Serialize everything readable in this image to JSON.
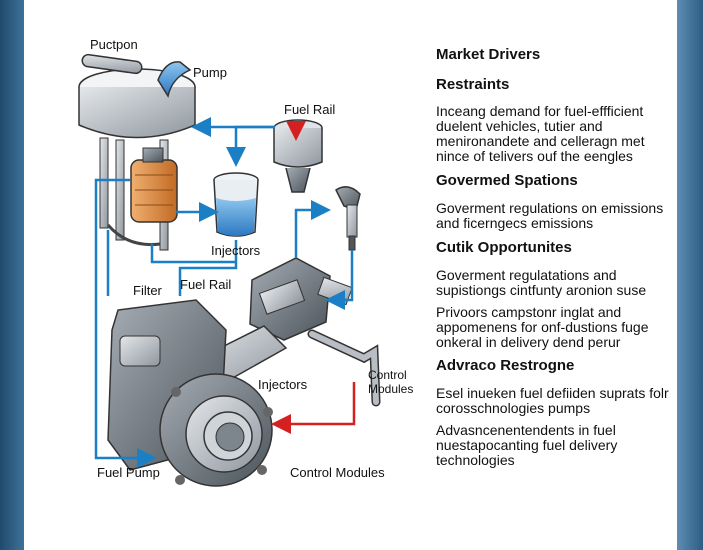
{
  "diagram": {
    "labels": {
      "top_component": "Puctpon",
      "pump": "Pump",
      "fuel_rail_top": "Fuel Rail",
      "injectors_mid": "Injectors",
      "filter": "Filter",
      "fuel_rail_mid": "Fuel Rail",
      "injectors_low": "Injectors",
      "control_modules_right": "Control Modules",
      "fuel_pump": "Fuel Pump",
      "control_modules_bottom": "Control Modules"
    },
    "arrow_colors": {
      "blue": "#1a7fc4",
      "red": "#d42020"
    }
  },
  "panel": {
    "market_drivers": "Market Drivers",
    "restraints_heading": "Restraints",
    "restraints_text": "Inceang demand for fuel-effficient duelent vehicles, tutier and menironandete and celleragn met nince of telivers ouf the eengles",
    "govermed_heading": "Govermed Spations",
    "govermed_text": "Goverment regulations on emissions and ficerngecs emissions",
    "opportunities_heading": "Cutik Opportunites",
    "opportunities_text1": "Goverment regulatations and supistiongs cintfunty aronion suse",
    "opportunities_text2": "Privoors campstonr inglat and appomenens for onf-dustions fuge onkeral in delivery dend perur",
    "advraco_heading": "Advraco Restrogne",
    "advraco_text1": "Esel inueken fuel defiiden suprats folr corosschnologies pumps",
    "advraco_text2": "Advasncenentendents in fuel nuestapocanting fuel delivery technologies"
  }
}
